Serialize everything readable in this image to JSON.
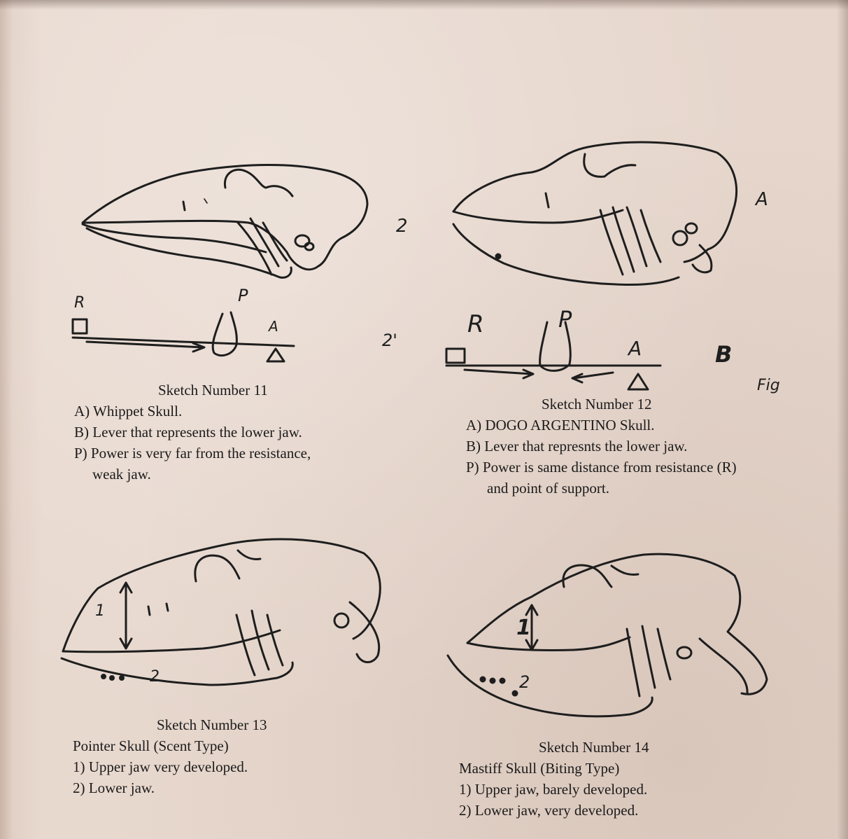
{
  "sketch11": {
    "title": "Sketch Number 11",
    "lines": [
      "A) Whippet Skull.",
      "B) Lever that represents the lower jaw.",
      "P) Power is very far from the resistance,",
      "weak jaw."
    ],
    "labels": {
      "r": "R",
      "p": "P",
      "a": "A",
      "two": "2",
      "two_prime": "2'"
    }
  },
  "sketch12": {
    "title": "Sketch Number 12",
    "lines": [
      "A) DOGO ARGENTINO Skull.",
      "B) Lever that represnts the lower jaw.",
      "P) Power is same distance from resistance (R)",
      "and point of support."
    ],
    "labels": {
      "r": "R",
      "p": "P",
      "a_lever": "A",
      "a_skull": "A",
      "b": "B",
      "fig": "Fig"
    }
  },
  "sketch13": {
    "title": "Sketch Number 13",
    "lines": [
      "Pointer Skull (Scent Type)",
      "1) Upper jaw very developed.",
      "2) Lower jaw."
    ],
    "labels": {
      "one": "1",
      "two": "2"
    }
  },
  "sketch14": {
    "title": "Sketch Number 14",
    "lines": [
      "Mastiff Skull (Biting Type)",
      "1) Upper jaw, barely developed.",
      "2) Lower jaw, very developed."
    ],
    "labels": {
      "one": "1",
      "two": "2"
    }
  }
}
